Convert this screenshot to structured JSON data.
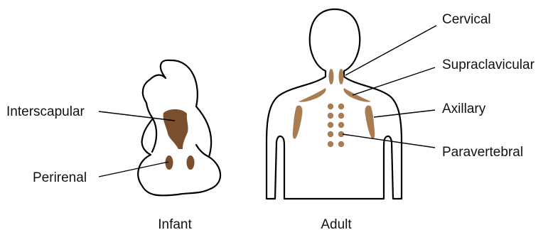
{
  "infant": {
    "caption": "Infant",
    "labels": {
      "interscapular": "Interscapular",
      "perirenal": "Perirenal"
    }
  },
  "adult": {
    "caption": "Adult",
    "labels": {
      "cervical": "Cervical",
      "supraclavicular": "Supraclavicular",
      "axillary": "Axillary",
      "paravertebral": "Paravertebral"
    }
  },
  "colors": {
    "infant_fat": "#7a4f2e",
    "adult_fat": "#a87d52",
    "outline": "#000000",
    "text": "#111111"
  }
}
